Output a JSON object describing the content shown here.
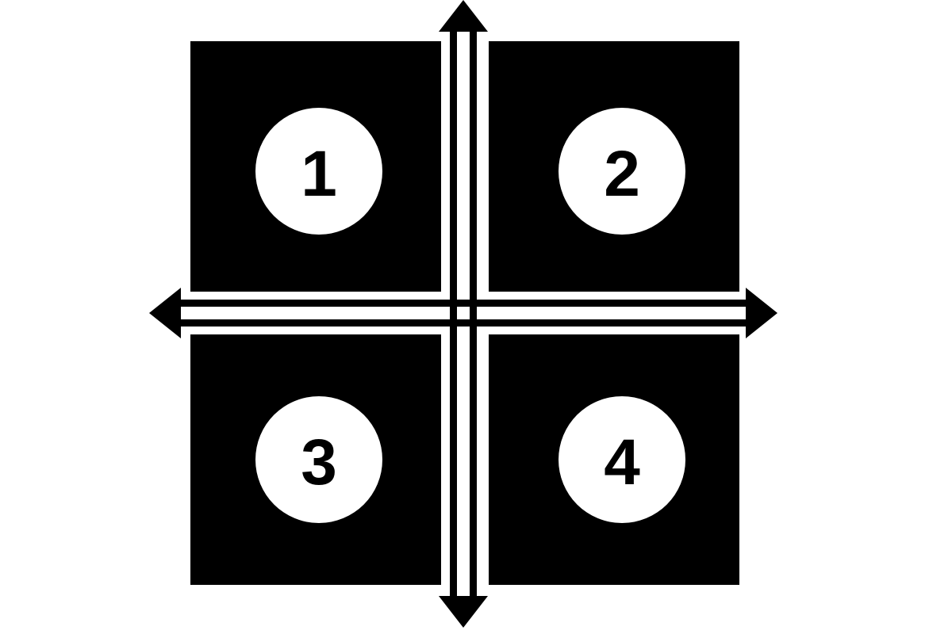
{
  "colors": {
    "background": "#ffffff",
    "foreground": "#000000"
  },
  "quadrants": [
    {
      "label": "1"
    },
    {
      "label": "2"
    },
    {
      "label": "3"
    },
    {
      "label": "4"
    }
  ],
  "icons": {
    "arrow_up": "arrow-up-icon",
    "arrow_down": "arrow-down-icon",
    "arrow_left": "arrow-left-icon",
    "arrow_right": "arrow-right-icon"
  }
}
